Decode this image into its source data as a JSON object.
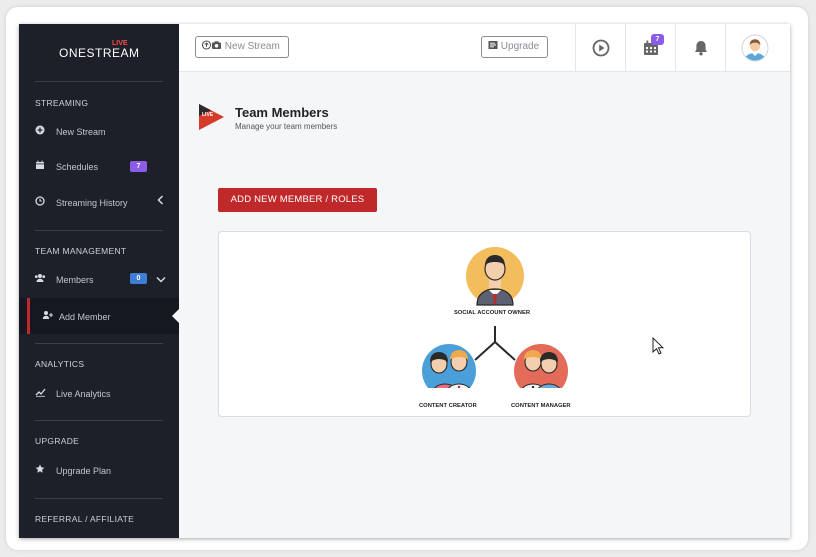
{
  "app": {
    "logo_text": "ONESTREAM",
    "logo_badge": "LIVE"
  },
  "sidebar": {
    "sections": [
      {
        "label": "STREAMING"
      },
      {
        "label": "TEAM MANAGEMENT"
      },
      {
        "label": "ANALYTICS"
      },
      {
        "label": "UPGRADE"
      },
      {
        "label": "REFERRAL / AFFILIATE"
      }
    ],
    "items": [
      {
        "label": "New Stream",
        "icon": "plus-circle-icon"
      },
      {
        "label": "Schedules",
        "icon": "calendar-icon",
        "badge": "7",
        "badge_color": "#8b5ce8"
      },
      {
        "label": "Streaming History",
        "icon": "clock-icon"
      },
      {
        "label": "Members",
        "icon": "users-icon",
        "badge": "0",
        "badge_color": "#3d7fd6"
      },
      {
        "label": "Add Member",
        "icon": "user-plus-icon"
      },
      {
        "label": "Live Analytics",
        "icon": "chart-line-icon"
      },
      {
        "label": "Upgrade Plan",
        "icon": "star-icon"
      }
    ]
  },
  "topbar": {
    "new_stream_label": "New Stream",
    "upgrade_label": "Upgrade",
    "calendar_badge": "7"
  },
  "page": {
    "title": "Team Members",
    "subtitle": "Manage your team members",
    "add_button": "ADD NEW MEMBER / ROLES"
  },
  "diagram": {
    "owner_label": "SOCIAL ACCOUNT OWNER",
    "creator_label": "CONTENT CREATOR",
    "manager_label": "CONTENT MANAGER"
  },
  "colors": {
    "sidebar_bg": "#1d2029",
    "accent_red": "#c0292a",
    "badge_purple": "#8b5ce8",
    "badge_blue": "#3d7fd6"
  }
}
